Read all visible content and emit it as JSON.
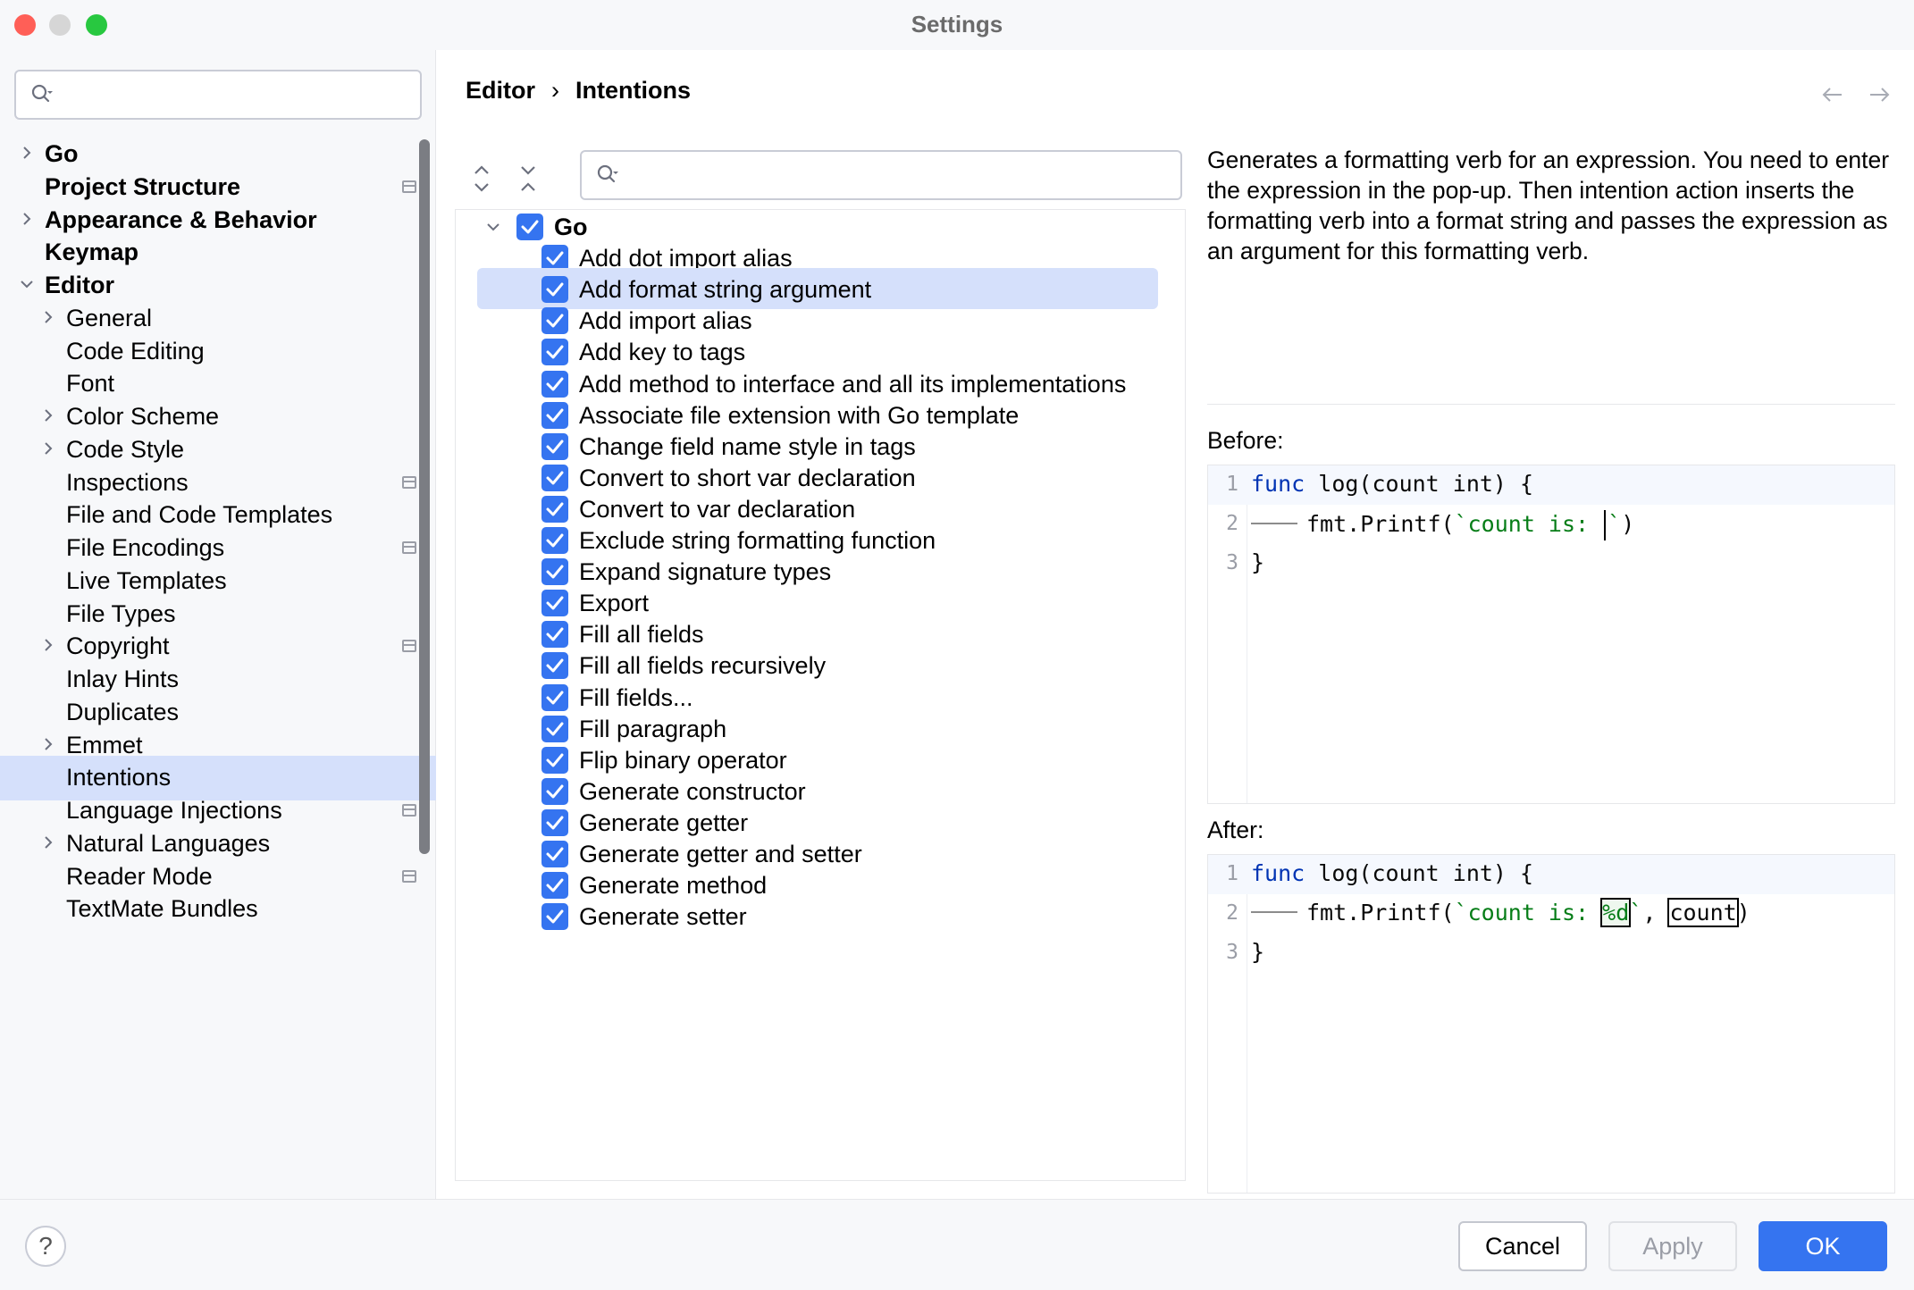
{
  "window": {
    "title": "Settings"
  },
  "sidebar": {
    "search": {
      "placeholder": ""
    },
    "items": [
      {
        "label": "Go",
        "bold": true,
        "level": 0,
        "expander": "collapsed",
        "project_icon": false
      },
      {
        "label": "Project Structure",
        "bold": true,
        "level": 0,
        "expander": "none",
        "project_icon": true
      },
      {
        "label": "Appearance & Behavior",
        "bold": true,
        "level": 0,
        "expander": "collapsed",
        "project_icon": false
      },
      {
        "label": "Keymap",
        "bold": true,
        "level": 0,
        "expander": "none",
        "project_icon": false
      },
      {
        "label": "Editor",
        "bold": true,
        "level": 0,
        "expander": "expanded",
        "project_icon": false
      },
      {
        "label": "General",
        "bold": false,
        "level": 1,
        "expander": "collapsed",
        "project_icon": false
      },
      {
        "label": "Code Editing",
        "bold": false,
        "level": 1,
        "expander": "none",
        "project_icon": false
      },
      {
        "label": "Font",
        "bold": false,
        "level": 1,
        "expander": "none",
        "project_icon": false
      },
      {
        "label": "Color Scheme",
        "bold": false,
        "level": 1,
        "expander": "collapsed",
        "project_icon": false
      },
      {
        "label": "Code Style",
        "bold": false,
        "level": 1,
        "expander": "collapsed",
        "project_icon": false
      },
      {
        "label": "Inspections",
        "bold": false,
        "level": 1,
        "expander": "none",
        "project_icon": true
      },
      {
        "label": "File and Code Templates",
        "bold": false,
        "level": 1,
        "expander": "none",
        "project_icon": false
      },
      {
        "label": "File Encodings",
        "bold": false,
        "level": 1,
        "expander": "none",
        "project_icon": true
      },
      {
        "label": "Live Templates",
        "bold": false,
        "level": 1,
        "expander": "none",
        "project_icon": false
      },
      {
        "label": "File Types",
        "bold": false,
        "level": 1,
        "expander": "none",
        "project_icon": false
      },
      {
        "label": "Copyright",
        "bold": false,
        "level": 1,
        "expander": "collapsed",
        "project_icon": true
      },
      {
        "label": "Inlay Hints",
        "bold": false,
        "level": 1,
        "expander": "none",
        "project_icon": false
      },
      {
        "label": "Duplicates",
        "bold": false,
        "level": 1,
        "expander": "none",
        "project_icon": false
      },
      {
        "label": "Emmet",
        "bold": false,
        "level": 1,
        "expander": "collapsed",
        "project_icon": false
      },
      {
        "label": "Intentions",
        "bold": false,
        "level": 1,
        "expander": "none",
        "project_icon": false,
        "selected": true
      },
      {
        "label": "Language Injections",
        "bold": false,
        "level": 1,
        "expander": "none",
        "project_icon": true
      },
      {
        "label": "Natural Languages",
        "bold": false,
        "level": 1,
        "expander": "collapsed",
        "project_icon": false
      },
      {
        "label": "Reader Mode",
        "bold": false,
        "level": 1,
        "expander": "none",
        "project_icon": true
      },
      {
        "label": "TextMate Bundles",
        "bold": false,
        "level": 1,
        "expander": "none",
        "project_icon": false
      }
    ]
  },
  "breadcrumb": {
    "parent": "Editor",
    "separator": "›",
    "current": "Intentions"
  },
  "intentions": {
    "search": {
      "placeholder": ""
    },
    "group": {
      "label": "Go",
      "checked": true,
      "expanded": true
    },
    "items": [
      {
        "label": "Add dot import alias",
        "checked": true
      },
      {
        "label": "Add format string argument",
        "checked": true,
        "selected": true
      },
      {
        "label": "Add import alias",
        "checked": true
      },
      {
        "label": "Add key to tags",
        "checked": true
      },
      {
        "label": "Add method to interface and all its implementations",
        "checked": true
      },
      {
        "label": "Associate file extension with Go template",
        "checked": true
      },
      {
        "label": "Change field name style in tags",
        "checked": true
      },
      {
        "label": "Convert to short var declaration",
        "checked": true
      },
      {
        "label": "Convert to var declaration",
        "checked": true
      },
      {
        "label": "Exclude string formatting function",
        "checked": true
      },
      {
        "label": "Expand signature types",
        "checked": true
      },
      {
        "label": "Export",
        "checked": true
      },
      {
        "label": "Fill all fields",
        "checked": true
      },
      {
        "label": "Fill all fields recursively",
        "checked": true
      },
      {
        "label": "Fill fields...",
        "checked": true
      },
      {
        "label": "Fill paragraph",
        "checked": true
      },
      {
        "label": "Flip binary operator",
        "checked": true
      },
      {
        "label": "Generate constructor",
        "checked": true
      },
      {
        "label": "Generate getter",
        "checked": true
      },
      {
        "label": "Generate getter and setter",
        "checked": true
      },
      {
        "label": "Generate method",
        "checked": true
      },
      {
        "label": "Generate setter",
        "checked": true
      }
    ]
  },
  "description": {
    "text": "Generates a formatting verb for an expression. You need to enter the expression in the pop-up. Then intention action inserts the formatting verb into a format string and passes the expression as an argument for this formatting verb."
  },
  "before": {
    "label": "Before:",
    "line_numbers": [
      "1",
      "2",
      "3"
    ],
    "line1": {
      "kw": "func",
      "rest": " log(count int) {"
    },
    "line2": {
      "call": "fmt.Printf(",
      "str_open": "`count is: ",
      "str_close": "`",
      "end": ")"
    },
    "line3": {
      "text": "}"
    }
  },
  "after": {
    "label": "After:",
    "line_numbers": [
      "1",
      "2",
      "3"
    ],
    "line1": {
      "kw": "func",
      "rest": " log(count int) {"
    },
    "line2": {
      "call": "fmt.Printf(",
      "str_open": "`count is: ",
      "verb": "%d",
      "str_close": "`",
      "sep": ", ",
      "arg": "count",
      "end": ")"
    },
    "line3": {
      "text": "}"
    }
  },
  "footer": {
    "help": "?",
    "cancel": "Cancel",
    "apply": "Apply",
    "ok": "OK"
  },
  "colors": {
    "accent": "#3574f0",
    "selection": "#d5e0fb",
    "keyword": "#0033b3",
    "string": "#067d17"
  }
}
